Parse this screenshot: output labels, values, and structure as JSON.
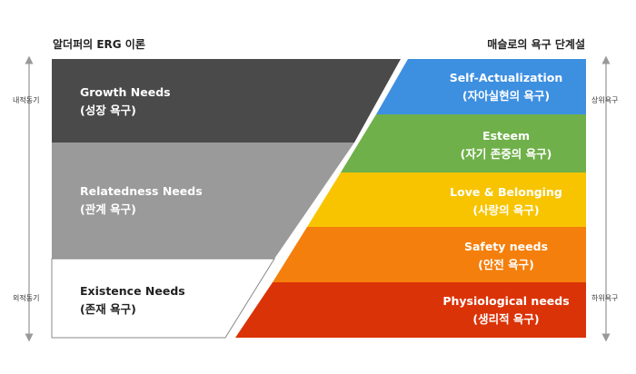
{
  "left_title": "알더퍼의 ERG 이론",
  "right_title": "매슬로의 욕구 단계설",
  "left_axis": {
    "top_label": "내적동기",
    "bottom_label": "외적동기"
  },
  "right_axis": {
    "top_label": "상위욕구",
    "bottom_label": "하위욕구"
  },
  "erg": [
    {
      "name": "Growth Needs",
      "sub": "(성장 욕구)",
      "color": "#4a4a4a",
      "text_color": "#ffffff"
    },
    {
      "name": "Relatedness Needs",
      "sub": "(관계 욕구)",
      "color": "#9a9a9a",
      "text_color": "#ffffff"
    },
    {
      "name": "Existence Needs",
      "sub": "(존재 욕구)",
      "color": "#ffffff",
      "text_color": "#222222"
    }
  ],
  "maslow": [
    {
      "name": "Self-Actualization",
      "sub": "(자아실현의 욕구)",
      "color": "#3d8fe0"
    },
    {
      "name": "Esteem",
      "sub": "(자기 존중의 욕구)",
      "color": "#6fb04a"
    },
    {
      "name": "Love & Belonging",
      "sub": "(사랑의 욕구)",
      "color": "#f8c400"
    },
    {
      "name": "Safety needs",
      "sub": "(안전 욕구)",
      "color": "#f47f0c"
    },
    {
      "name": "Physiological needs",
      "sub": "(생리적 욕구)",
      "color": "#db3308"
    }
  ]
}
